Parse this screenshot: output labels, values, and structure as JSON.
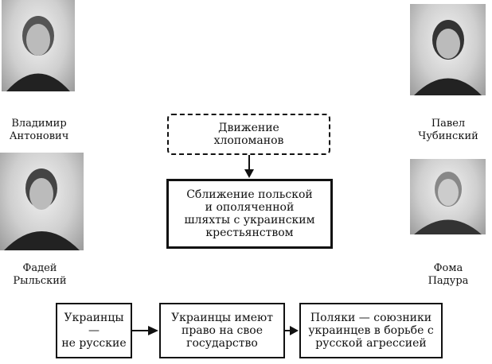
{
  "people": [
    {
      "name": "Владимир Антонович",
      "line1": "Владимир",
      "line2": "Антонович"
    },
    {
      "name": "Фадей Рыльский",
      "line1": "Фадей",
      "line2": "Рыльский"
    },
    {
      "name": "Павел Чубинский",
      "line1": "Павел",
      "line2": "Чубинский"
    },
    {
      "name": "Фома Падура",
      "line1": "Фома",
      "line2": "Падура"
    }
  ],
  "movement": {
    "line1": "Движение",
    "line2": "хлопоманов"
  },
  "rapprochement": {
    "line1": "Сближение польской",
    "line2": "и ополяченной",
    "line3": "шляхты с украинским",
    "line4": "крестьянством"
  },
  "chain": [
    {
      "line1": "Украинцы —",
      "line2": "не русские"
    },
    {
      "line1": "Украинцы имеют",
      "line2": "право на свое",
      "line3": "государство"
    },
    {
      "line1": "Поляки — союзники",
      "line2": "украинцев в борьбе с",
      "line3": "русской агрессией"
    }
  ]
}
